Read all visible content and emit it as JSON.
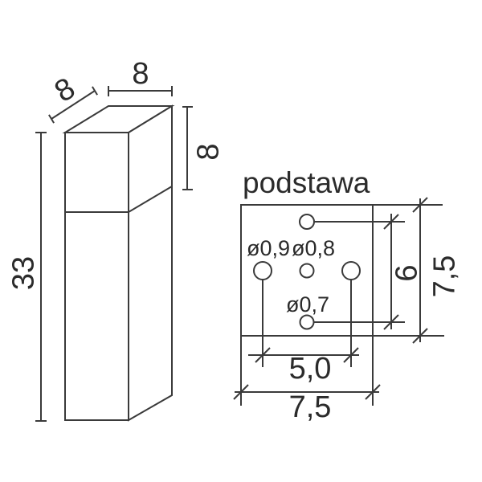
{
  "drawing": {
    "title": "podstawa",
    "post": {
      "top_width": "8",
      "top_depth": "8",
      "head_height": "8",
      "total_height": "33"
    },
    "base": {
      "hole_left_diameter": "ø0,9",
      "hole_center_diameter": "ø0,8",
      "hole_bottom_diameter": "ø0,7",
      "holes_vertical_spacing": "6",
      "plate_height": "7,5",
      "holes_horizontal_spacing": "5,0",
      "plate_width": "7,5"
    },
    "colors": {
      "line": "#3a3a3a",
      "text": "#2b2b2b",
      "background": "#ffffff"
    }
  }
}
